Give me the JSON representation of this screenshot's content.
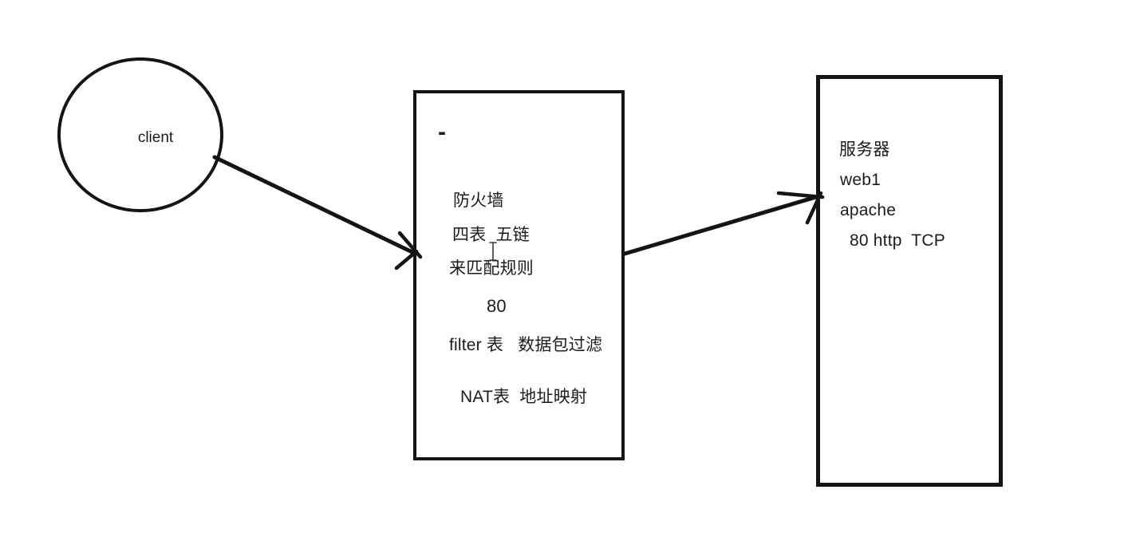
{
  "colors": {
    "stroke": "#141414",
    "text": "#1c1c1c",
    "background": "#ffffff",
    "cursor": "#3a3a3a"
  },
  "diagram": {
    "client": {
      "label": "client"
    },
    "firewall": {
      "dash": "-",
      "title": "防火墙",
      "tables_chains": "四表  五链",
      "match_rules": "来匹配规则",
      "port": "80",
      "filter_table": "filter 表   数据包过滤",
      "nat_table": "NAT表  地址映射"
    },
    "server": {
      "role": "服务器",
      "hostname": "web1",
      "service": "apache",
      "port_info": "80 http  TCP"
    }
  }
}
